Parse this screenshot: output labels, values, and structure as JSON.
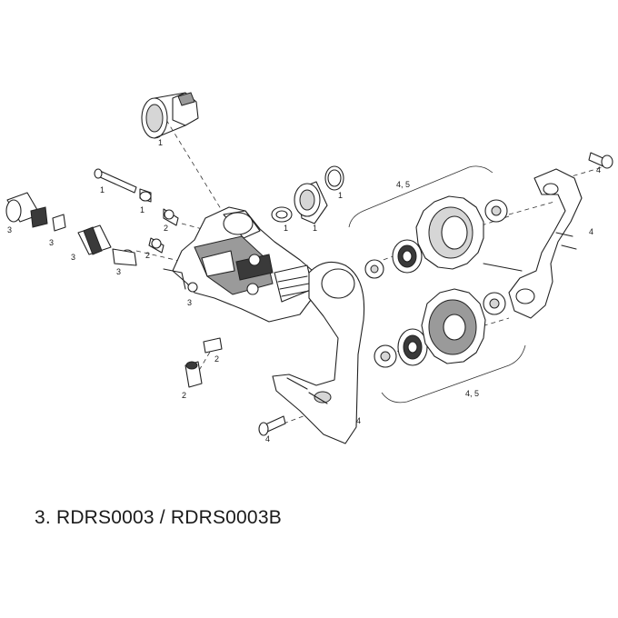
{
  "caption": "3. RDRS0003 / RDRS0003B",
  "labels": {
    "l1_top": "1",
    "l1_bolt": "1",
    "l1_nut": "1",
    "l1_ring_a": "1",
    "l1_ring_b": "1",
    "l1_ring_c": "1",
    "l2_screw_a": "2",
    "l2_screw_b": "2",
    "l2_tab": "2",
    "l2_bolt": "2",
    "l3_ferrule": "3",
    "l3_nut": "3",
    "l3_barrel": "3",
    "l3_fitting": "3",
    "l3_body": "3",
    "l4_topright": "4",
    "l4_cage_right": "4",
    "l4_cage_outer": "4",
    "l4_bolt": "4",
    "l45_top": "4, 5",
    "l45_bottom": "4, 5"
  }
}
